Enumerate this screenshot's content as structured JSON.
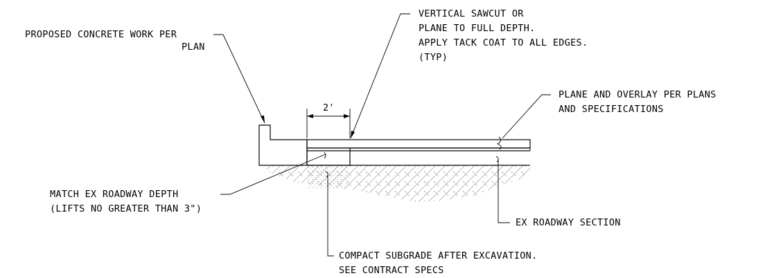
{
  "notes": {
    "concrete_1": "PROPOSED CONCRETE WORK PER",
    "concrete_2": "PLAN",
    "sawcut_1": "VERTICAL SAWCUT OR",
    "sawcut_2": "PLANE TO FULL DEPTH.",
    "sawcut_3": "APPLY TACK COAT TO ALL EDGES.",
    "sawcut_4": "(TYP)",
    "overlay_1": "PLANE AND OVERLAY PER PLANS",
    "overlay_2": "AND SPECIFICATIONS",
    "match_1": "MATCH EX ROADWAY DEPTH",
    "match_2": "(LIFTS NO GREATER THAN 3\")",
    "roadway_1": "EX ROADWAY SECTION",
    "subgrade_1": "COMPACT SUBGRADE AFTER EXCAVATION.",
    "subgrade_2": "SEE CONTRACT SPECS"
  },
  "dimension": {
    "width_label": "2'"
  },
  "colors": {
    "line": "#000000",
    "overlay_fill": "#d9d9d9",
    "patch_fill": "#b3b3b3",
    "subgrade_fill": "#e6e6e6",
    "hatch": "#9a9a9a"
  }
}
